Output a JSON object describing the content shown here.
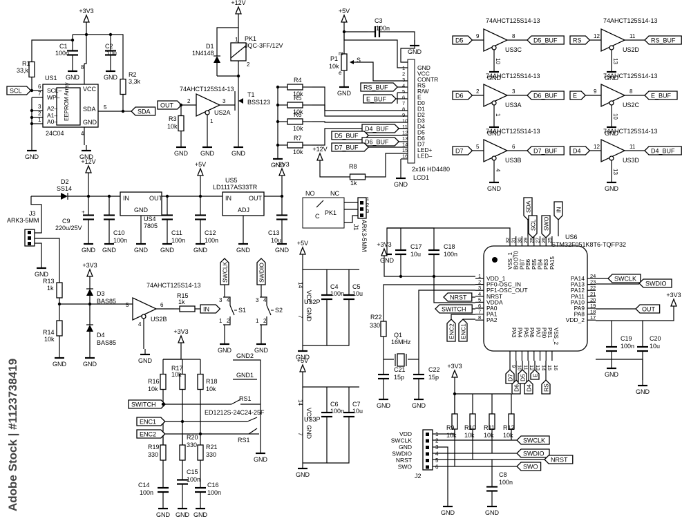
{
  "power": {
    "v33": "+3V3",
    "v12": "+12V",
    "v5": "+5V",
    "gnd": "GND"
  },
  "us1": {
    "ref": "US1",
    "part": "24C04",
    "pins": {
      "scl": "SCL",
      "wp": "WP",
      "a2": "A2",
      "a1": "A1",
      "a0": "A0",
      "vcc": "VCC",
      "sda": "SDA",
      "gnd": "GND"
    },
    "inner": "EEPROM Array",
    "pin_nums": [
      "1",
      "2",
      "3",
      "4",
      "5",
      "6",
      "7",
      "8"
    ]
  },
  "labels_left": {
    "scl": "SCL",
    "sda": "SDA",
    "out": "OUT"
  },
  "r1": {
    "ref": "R1",
    "val": "33,k"
  },
  "r2": {
    "ref": "R2",
    "val": "3,3k"
  },
  "c1": {
    "ref": "C1",
    "val": "100n"
  },
  "c2": {
    "ref": "C2",
    "val": "10u"
  },
  "pk1": {
    "ref": "PK1",
    "part": "JQC-3FF/12V",
    "pins": [
      "1",
      "2"
    ]
  },
  "d1": {
    "ref": "D1",
    "part": "1N4148"
  },
  "t1": {
    "ref": "T1",
    "part": "BSS123"
  },
  "us2a": {
    "part": "74AHCT125S14-13",
    "ref": "US2A",
    "pins": [
      "2",
      "3",
      "1"
    ]
  },
  "r3": {
    "ref": "R3",
    "val": "10k"
  },
  "c3": {
    "ref": "C3",
    "val": "100n"
  },
  "p1": {
    "ref": "P1",
    "val": "10k",
    "pins": [
      "m",
      "s",
      "e"
    ],
    "s": "S"
  },
  "r4": {
    "ref": "R4",
    "val": "10k"
  },
  "r5": {
    "ref": "R5",
    "val": "10k"
  },
  "r6": {
    "ref": "R6",
    "val": "10k"
  },
  "r7": {
    "ref": "R7",
    "val": "10k"
  },
  "r8": {
    "ref": "R8",
    "val": "1k"
  },
  "lcd": {
    "ref": "LCD1",
    "part": "2x16 HD4480",
    "pins": [
      "GND",
      "VCC",
      "CONTR",
      "RS",
      "R/W",
      "E",
      "D0",
      "D1",
      "D2",
      "D3",
      "D4",
      "D5",
      "D6",
      "D7",
      "LED+",
      "LED–"
    ],
    "nums": [
      "1",
      "2",
      "3",
      "4",
      "5",
      "6",
      "7",
      "8",
      "9",
      "10",
      "11",
      "12",
      "13",
      "14",
      "15",
      "16"
    ]
  },
  "lcd_nets": {
    "rs": "RS_BUF",
    "e": "E_BUF",
    "d4": "D4_BUF",
    "d5": "D5_BUF",
    "d6": "D6_BUF",
    "d7": "D7_BUF"
  },
  "buffers": [
    {
      "ref": "US3C",
      "part": "74AHCT125S14-13",
      "in": "D5",
      "out": "D5_BUF",
      "pin_in": "9",
      "pin_out": "8",
      "pin_oe": "10"
    },
    {
      "ref": "US2D",
      "part": "74AHCT125S14-13",
      "in": "RS",
      "out": "RS_BUF",
      "pin_in": "12",
      "pin_out": "11",
      "pin_oe": "13"
    },
    {
      "ref": "US3A",
      "part": "74AHCT125S14-13",
      "in": "D6",
      "out": "D6_BUF",
      "pin_in": "2",
      "pin_out": "3",
      "pin_oe": "1"
    },
    {
      "ref": "US2C",
      "part": "74AHCT125S14-13",
      "in": "E",
      "out": "E_BUF",
      "pin_in": "9",
      "pin_out": "8",
      "pin_oe": "10"
    },
    {
      "ref": "US3B",
      "part": "74AHCT125S14-13",
      "in": "D7",
      "out": "D7_BUF",
      "pin_in": "5",
      "pin_out": "6",
      "pin_oe": "4"
    },
    {
      "ref": "US3D",
      "part": "74AHCT125S14-13",
      "in": "D4",
      "out": "D4_BUF",
      "pin_in": "12",
      "pin_out": "11",
      "pin_oe": "13"
    }
  ],
  "d2": {
    "ref": "D2",
    "part": "SS14"
  },
  "j3": {
    "ref": "J3",
    "part": "ARK3-5MM"
  },
  "c9": {
    "ref": "C9",
    "val": "220u/25V"
  },
  "c10": {
    "ref": "C10",
    "val": "100n"
  },
  "us4": {
    "ref": "US4",
    "part": "7805",
    "in": "IN",
    "out": "OUT",
    "gnd": "GND"
  },
  "c11": {
    "ref": "C11",
    "val": "100n"
  },
  "c12": {
    "ref": "C12",
    "val": "100n"
  },
  "us5": {
    "ref": "US5",
    "part": "LD1117AS33TR",
    "in": "IN",
    "out": "OUT",
    "adj": "ADJ"
  },
  "c13": {
    "ref": "C13",
    "val": "10u"
  },
  "j1": {
    "ref": "J1",
    "part": "ARK3-5MM",
    "no": "NO",
    "nc": "NC",
    "c": "C",
    "pk": "PK1",
    "pins": [
      "1",
      "2",
      "3"
    ]
  },
  "r13": {
    "ref": "R13",
    "val": "1k"
  },
  "r14": {
    "ref": "R14",
    "val": "10k"
  },
  "d3": {
    "ref": "D3",
    "part": "BAS85"
  },
  "d4": {
    "ref": "D4",
    "part": "BAS85"
  },
  "us2b": {
    "part": "74AHCT125S14-13",
    "ref": "US2B",
    "pins": [
      "5",
      "6",
      "4"
    ]
  },
  "r15": {
    "ref": "R15",
    "val": "1k"
  },
  "in_label": "IN",
  "s1": {
    "ref": "S1",
    "net": "SWCLK",
    "pins": [
      "3",
      "4",
      "1",
      "2"
    ]
  },
  "s2": {
    "ref": "S2",
    "net": "SWDIO",
    "pins": [
      "3",
      "4",
      "1",
      "2"
    ]
  },
  "us2p": {
    "ref": "US2P",
    "vcc": "VCC",
    "gnd": "GND",
    "p14": "14",
    "p7": "7"
  },
  "c4": {
    "ref": "C4",
    "val": "100n"
  },
  "c5": {
    "ref": "C5",
    "val": "10u"
  },
  "us3p": {
    "ref": "US3P",
    "vcc": "VCC",
    "gnd": "GND",
    "p14": "14",
    "p7": "7"
  },
  "c6": {
    "ref": "C6",
    "val": "100n"
  },
  "c7": {
    "ref": "C7",
    "val": "10u"
  },
  "r16": {
    "ref": "R16",
    "val": "10k"
  },
  "r17": {
    "ref": "R17",
    "val": "10k"
  },
  "r18": {
    "ref": "R18",
    "val": "10k"
  },
  "r19": {
    "ref": "R19",
    "val": "330"
  },
  "r20": {
    "ref": "R20",
    "val": "330"
  },
  "r21": {
    "ref": "R21",
    "val": "330"
  },
  "c14": {
    "ref": "C14",
    "val": "100n"
  },
  "c15": {
    "ref": "C15",
    "val": "100n"
  },
  "c16": {
    "ref": "C16",
    "val": "100n"
  },
  "rs1": {
    "ref": "RS1",
    "part": "ED1212S-24C24-25F",
    "gnd2": "GND2",
    "gnd1": "GND1"
  },
  "nets": {
    "switch": "SWITCH",
    "enc1": "ENC1",
    "enc2": "ENC2",
    "nrst": "NRST",
    "swclk": "SWCLK",
    "swdio": "SWDIO",
    "swo": "SWO",
    "out": "OUT",
    "sda": "SDA",
    "scl": "SCL",
    "in": "IN",
    "d7": "D7",
    "d5": "D5",
    "e": "E",
    "d6": "D6",
    "d4": "D4",
    "rs": "RS"
  },
  "us6": {
    "ref": "US6",
    "part": "STM32F051K8T6-TQFP32",
    "left": [
      [
        "1",
        "VDD_1"
      ],
      [
        "2",
        "PF0-OSC_IN"
      ],
      [
        "3",
        "PF1-OSC_OUT"
      ],
      [
        "4",
        "NRST"
      ],
      [
        "5",
        "VDDA"
      ],
      [
        "6",
        "PA0"
      ],
      [
        "7",
        "PA1"
      ],
      [
        "8",
        "PA2"
      ]
    ],
    "right": [
      [
        "24",
        "PA14"
      ],
      [
        "23",
        "PA13"
      ],
      [
        "22",
        "PA12"
      ],
      [
        "21",
        "PA11"
      ],
      [
        "20",
        "PA10"
      ],
      [
        "19",
        "PA9"
      ],
      [
        "18",
        "PA8"
      ],
      [
        "17",
        "VDD_2"
      ]
    ],
    "top": [
      [
        "32",
        "VSS_1"
      ],
      [
        "31",
        "BOOT0"
      ],
      [
        "30",
        "PB7"
      ],
      [
        "29",
        "PB6"
      ],
      [
        "28",
        "PB5"
      ],
      [
        "27",
        "PB4"
      ],
      [
        "26",
        "PB3"
      ],
      [
        "25",
        "PA15"
      ]
    ],
    "bottom": [
      [
        "9",
        "PA3"
      ],
      [
        "10",
        "PA4"
      ],
      [
        "11",
        "PA5"
      ],
      [
        "12",
        "PA6"
      ],
      [
        "13",
        "PA7"
      ],
      [
        "14",
        "PB0"
      ],
      [
        "15",
        "PB1"
      ],
      [
        "16",
        "VSS_2"
      ]
    ]
  },
  "c17": {
    "ref": "C17",
    "val": "10u"
  },
  "c18": {
    "ref": "C18",
    "val": "100n"
  },
  "c19": {
    "ref": "C19",
    "val": "100n"
  },
  "c20": {
    "ref": "C20",
    "val": "10u"
  },
  "r22": {
    "ref": "R22",
    "val": "330"
  },
  "q1": {
    "ref": "Q1",
    "val": "16MHz"
  },
  "c21": {
    "ref": "C21",
    "val": "15p"
  },
  "c22": {
    "ref": "C22",
    "val": "15p"
  },
  "j2": {
    "ref": "J2",
    "pins": [
      [
        "1",
        "VDD"
      ],
      [
        "2",
        "SWCLK"
      ],
      [
        "3",
        "GND"
      ],
      [
        "4",
        "SWDIO"
      ],
      [
        "5",
        "NRST"
      ],
      [
        "6",
        "SWO"
      ]
    ]
  },
  "r9": {
    "ref": "R9",
    "val": "10k"
  },
  "r10": {
    "ref": "R10",
    "val": "10k"
  },
  "r11": {
    "ref": "R11",
    "val": "10k"
  },
  "r12": {
    "ref": "R12",
    "val": "10k"
  },
  "c8": {
    "ref": "C8",
    "val": "100n"
  },
  "watermark": {
    "side": "Adobe Stock | #1123738419"
  }
}
